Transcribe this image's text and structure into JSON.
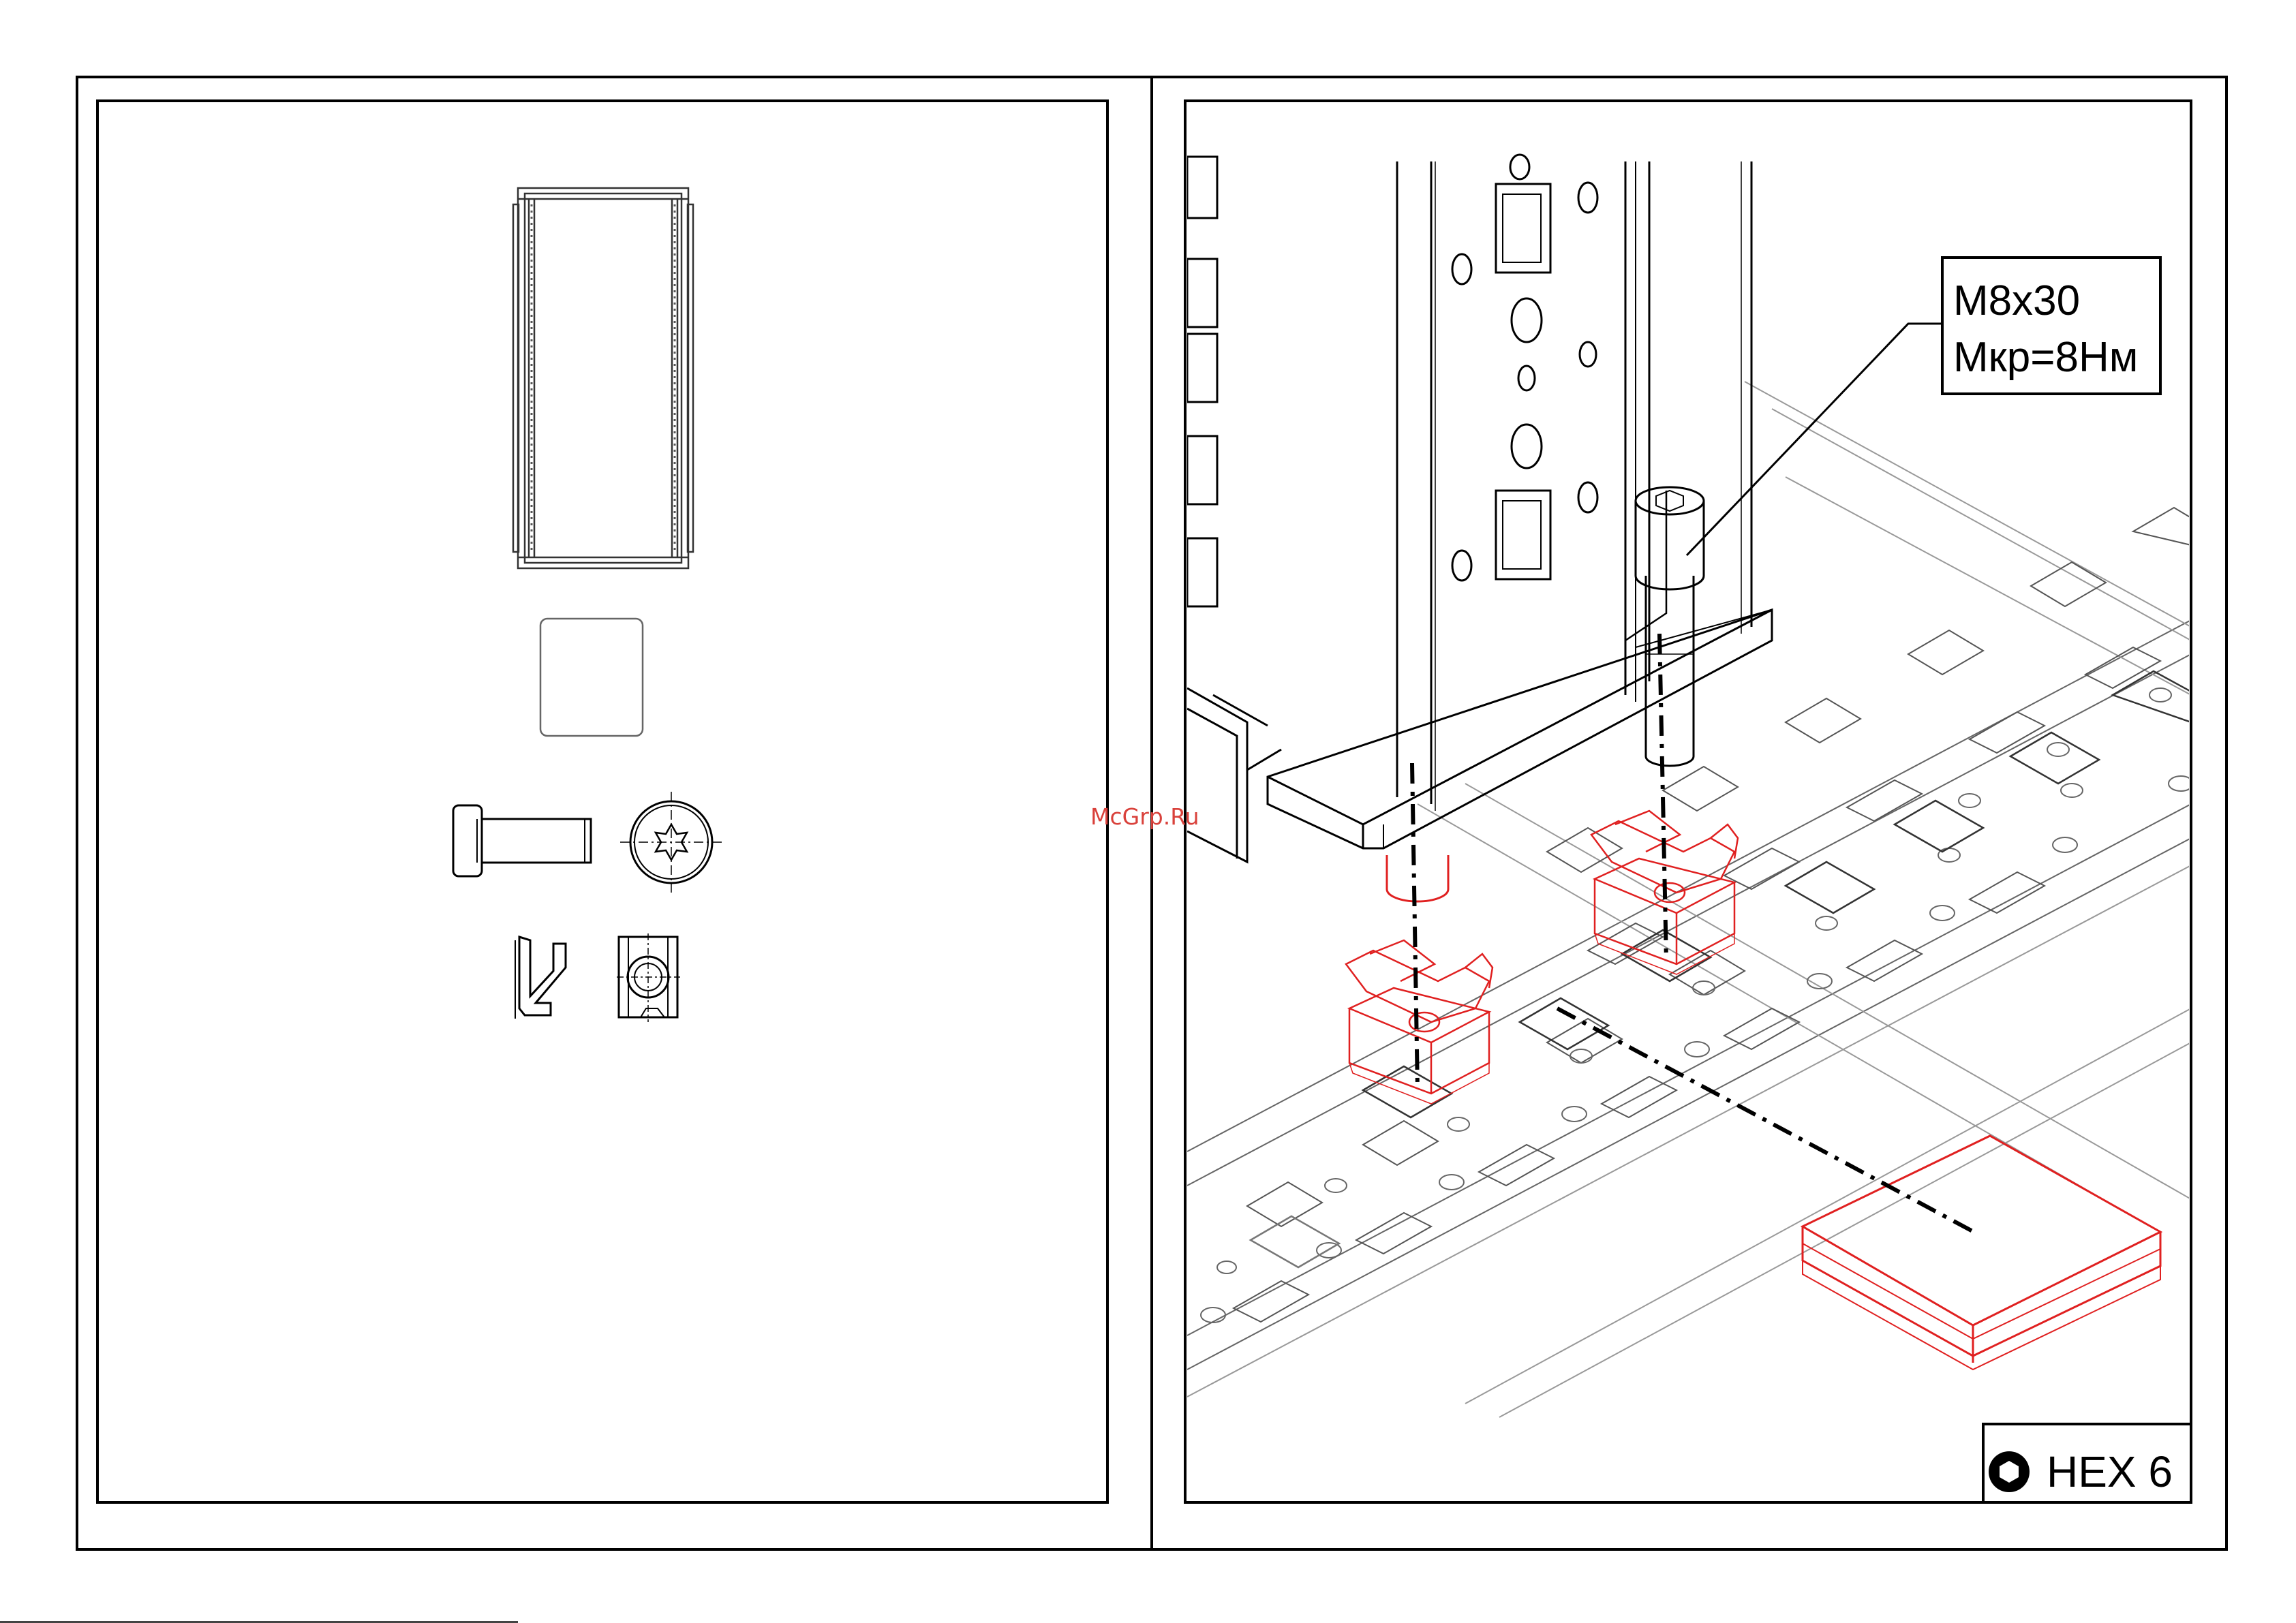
{
  "callout": {
    "bolt": "M8x30",
    "torque": "Мкр=8Нм"
  },
  "tool": {
    "icon": "hex-socket-icon",
    "label": "HEX 6"
  },
  "watermark": "McGrp.Ru",
  "colors": {
    "line": "#000000",
    "thin": "#555555",
    "highlight": "#e02020"
  }
}
